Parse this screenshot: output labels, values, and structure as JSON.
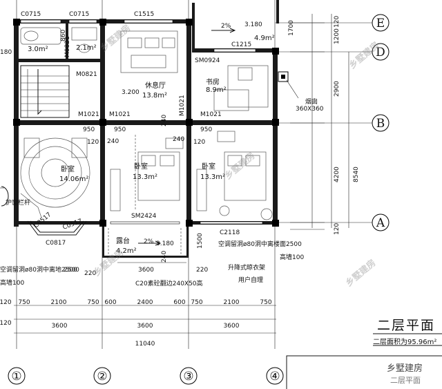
{
  "drawing": {
    "title": "二层平面",
    "area_note": "二层面积为95.96m²",
    "brand": "乡墅建房",
    "brand_sub": "二层平面",
    "watermark": "乡墅建房"
  },
  "axes": {
    "vertical": [
      "①",
      "②",
      "③",
      "④"
    ],
    "horizontal": [
      "A",
      "B",
      "D",
      "E"
    ]
  },
  "rooms": [
    {
      "id": "lounge",
      "name": "休息厅",
      "area": "13.8m²"
    },
    {
      "id": "study",
      "name": "书房",
      "area": "8.9m²"
    },
    {
      "id": "bed-left",
      "name": "卧室",
      "area": "14.06m²"
    },
    {
      "id": "bed-mid",
      "name": "卧室",
      "area": "13.3m²"
    },
    {
      "id": "bed-right",
      "name": "卧室",
      "area": "13.3m²"
    },
    {
      "id": "balcony",
      "name": "露台",
      "area": "4.2m²"
    },
    {
      "id": "bath",
      "name": "",
      "area": "3.0m²"
    },
    {
      "id": "wc",
      "name": "",
      "area": "2.1m²"
    },
    {
      "id": "terrace-top",
      "name": "",
      "area": "4.9m²"
    }
  ],
  "labels": {
    "c0715a": "C0715",
    "c0715b": "C0715",
    "c1515": "C1515",
    "c1215": "C1215",
    "sm0924": "SM0924",
    "m0821a": "M0821",
    "m0821b": "M0821",
    "m1021a": "M1021",
    "m1021b": "M1021",
    "m1021c": "M1021",
    "m1021d": "M1021",
    "sm2424": "SM2424",
    "c2118": "C2118",
    "c0817": "C0817",
    "c0517a": "C0517",
    "c0517b": "C0517",
    "chimney": "烟囱",
    "chimney_size": "360X360",
    "rail": "护窗栏杆",
    "ac_hole_left": "空调留洞ø80洞中离地2500",
    "ac_hole_right": "空调留洞ø80洞中离楼面2500",
    "parapet_left": "高墙100",
    "parapet_right": "高墙100",
    "rack": "升降式晾衣架",
    "rack2": "用户自理",
    "beam": "C20素砼翻边240X50高",
    "slope_top": "2%",
    "slope_bottom": "2%",
    "elev_top": "3.180",
    "elev_bottom": "3.180",
    "elev_mid": "3.200",
    "d180": "180",
    "d860": "860",
    "d950a": "950",
    "d950b": "950",
    "d950c": "950",
    "d120a": "120",
    "d120b": "120",
    "d240a": "240",
    "d240b": "240",
    "d240c": "240",
    "d240d": "240",
    "d1500": "1500",
    "d3600_bal": "3600",
    "d220a": "220",
    "d220b": "220",
    "d2500": "2500"
  },
  "dims_right": [
    "1700",
    "1200",
    "2900",
    "4200",
    "8540",
    "120",
    "120"
  ],
  "dims_bottom_1": [
    "750",
    "2100",
    "750",
    "600",
    "2400",
    "600",
    "750",
    "2100",
    "750"
  ],
  "dims_bottom_2": [
    "3600",
    "3600",
    "3600"
  ],
  "dims_bottom_total": "11040",
  "dims_bottom_left": [
    "120",
    "120"
  ]
}
